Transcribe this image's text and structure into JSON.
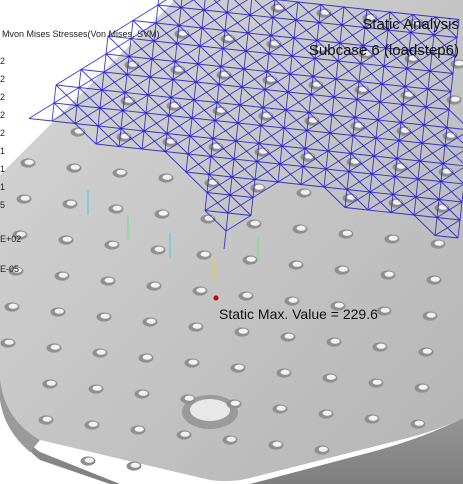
{
  "viewport": {
    "title": "Static Analysis",
    "subcase": "Subcase 6 (loadstep6)"
  },
  "legend": {
    "title": "Mvon Mises Stresses(Von Mises, SVM)",
    "values": [
      "2",
      "2",
      "2",
      "2",
      "2",
      "1",
      "1",
      "1",
      "5",
      "E+02",
      "E-05"
    ]
  },
  "annotation": {
    "max_label": "Static Max. Value =  229.6"
  },
  "colors": {
    "plate": "#c9c9c9",
    "mesh_lines": "#1a1ad8",
    "max_marker": "#c80000"
  }
}
